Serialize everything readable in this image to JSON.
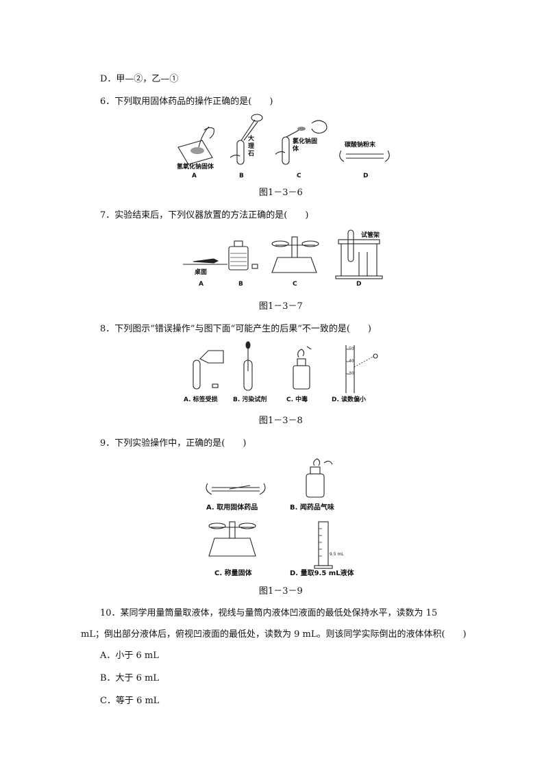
{
  "q5": {
    "option_d": "D．甲—②，乙—①"
  },
  "q6": {
    "stem": "6．下列取用固体药品的操作正确的是(　　)",
    "figure_labels": [
      "氢氧化钠固体",
      "大理石",
      "氯化钠固体",
      "碳酸钠粉末"
    ],
    "letters": [
      "A",
      "B",
      "C",
      "D"
    ],
    "caption": "图1－3－6"
  },
  "q7": {
    "stem": "7．实验结束后，下列仪器放置的方法正确的是(　　)",
    "figure_labels": [
      "桌面",
      "试管架"
    ],
    "letters": [
      "A",
      "B",
      "C",
      "D"
    ],
    "caption": "图1－3－7"
  },
  "q8": {
    "stem": "8．下列图示“错误操作”与图下面“可能产生的后果”不一致的是(　　)",
    "options": [
      "A. 标签受损",
      "B. 污染试剂",
      "C. 中毒",
      "D. 读数偏小"
    ],
    "scale_ticks": [
      "50",
      "40",
      "30"
    ],
    "caption": "图1－3－8"
  },
  "q9": {
    "stem": "9．下列实验操作中，正确的是(　　)",
    "options": [
      "A. 取用固体药品",
      "B. 闻药品气味",
      "C. 称量固体",
      "D. 量取9.5 mL液体"
    ],
    "cylinder_mark": "9.5 mL",
    "caption": "图1－3－9"
  },
  "q10": {
    "stem_line1": "10．某同学用量筒量取液体，视线与量筒内液体凹液面的最低处保持水平，读数为 15",
    "stem_line2": "mL；倒出部分液体后，俯视凹液面的最低处，读数为 9 mL。则该同学实际倒出的液体体积(　　)",
    "options": [
      "A．小于 6 mL",
      "B．大于 6 mL",
      "C．等于 6 mL"
    ]
  }
}
